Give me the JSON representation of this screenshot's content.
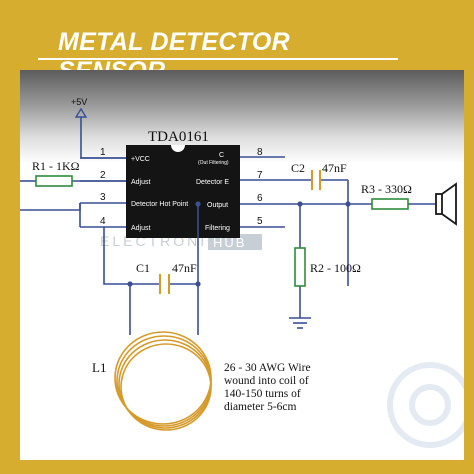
{
  "header": {
    "title": "METAL DETECTOR SENSOR"
  },
  "watermark": {
    "left": "ELECTRONICS",
    "right": "HUB"
  },
  "colors": {
    "accent_gold": "#d6ad2f",
    "component_green": "#2e8a3c",
    "coil_orange": "#d69a2a",
    "wire_blue": "#3a4f94"
  },
  "circuit": {
    "supply": "+5V",
    "ic": {
      "name": "TDA0161",
      "left_pins": [
        {
          "number": "1",
          "label": "+VCC"
        },
        {
          "number": "2",
          "label": "Adjust"
        },
        {
          "number": "3",
          "label": "Detector Hot Point"
        },
        {
          "number": "4",
          "label": "Adjust"
        }
      ],
      "right_pins": [
        {
          "number": "8",
          "label": "C",
          "sublabel": "(Out Filtering)"
        },
        {
          "number": "7",
          "label": "Detector E"
        },
        {
          "number": "6",
          "label": "Output"
        },
        {
          "number": "5",
          "label": "Filtering"
        }
      ]
    },
    "r1": "R1 - 1KΩ",
    "r2": "R2 - 100Ω",
    "r3": "R3 - 330Ω",
    "c1_name": "C1",
    "c1_value": "47nF",
    "c2_name": "C2",
    "c2_value": "47nF",
    "coil_name": "L1",
    "coil_note": [
      "26 - 30 AWG Wire",
      "wound into coil of",
      "140-150 turns of",
      "diameter 5-6cm"
    ]
  }
}
